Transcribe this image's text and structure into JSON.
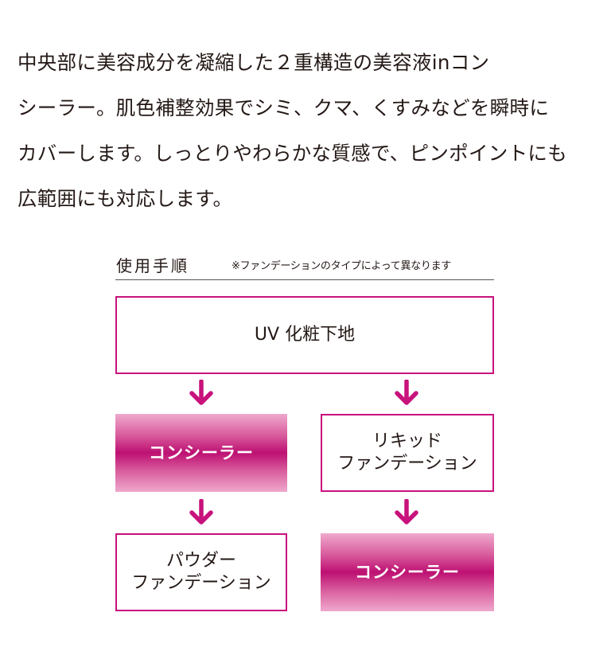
{
  "description_lines": [
    "中央部に美容成分を凝縮した２重構造の美容液inコン",
    "シーラー。肌色補整効果でシミ、クマ、くすみなどを瞬時に",
    "カバーします。しっとりやわらかな質感で、ピンポイントにも",
    "広範囲にも対応します。"
  ],
  "usage": {
    "title": "使用手順",
    "note": "※ファンデーションのタイプによって異なります"
  },
  "steps": {
    "base": "UV 化粧下地",
    "concealer_left": "コンシーラー",
    "liquid_line1": "リキッド",
    "liquid_line2": "ファンデーション",
    "powder_line1": "パウダー",
    "powder_line2": "ファンデーション",
    "concealer_right": "コンシーラー"
  },
  "colors": {
    "accent": "#c8127c",
    "text": "#231815"
  },
  "icons": {
    "flow_arrow": "arrow-down-icon"
  }
}
